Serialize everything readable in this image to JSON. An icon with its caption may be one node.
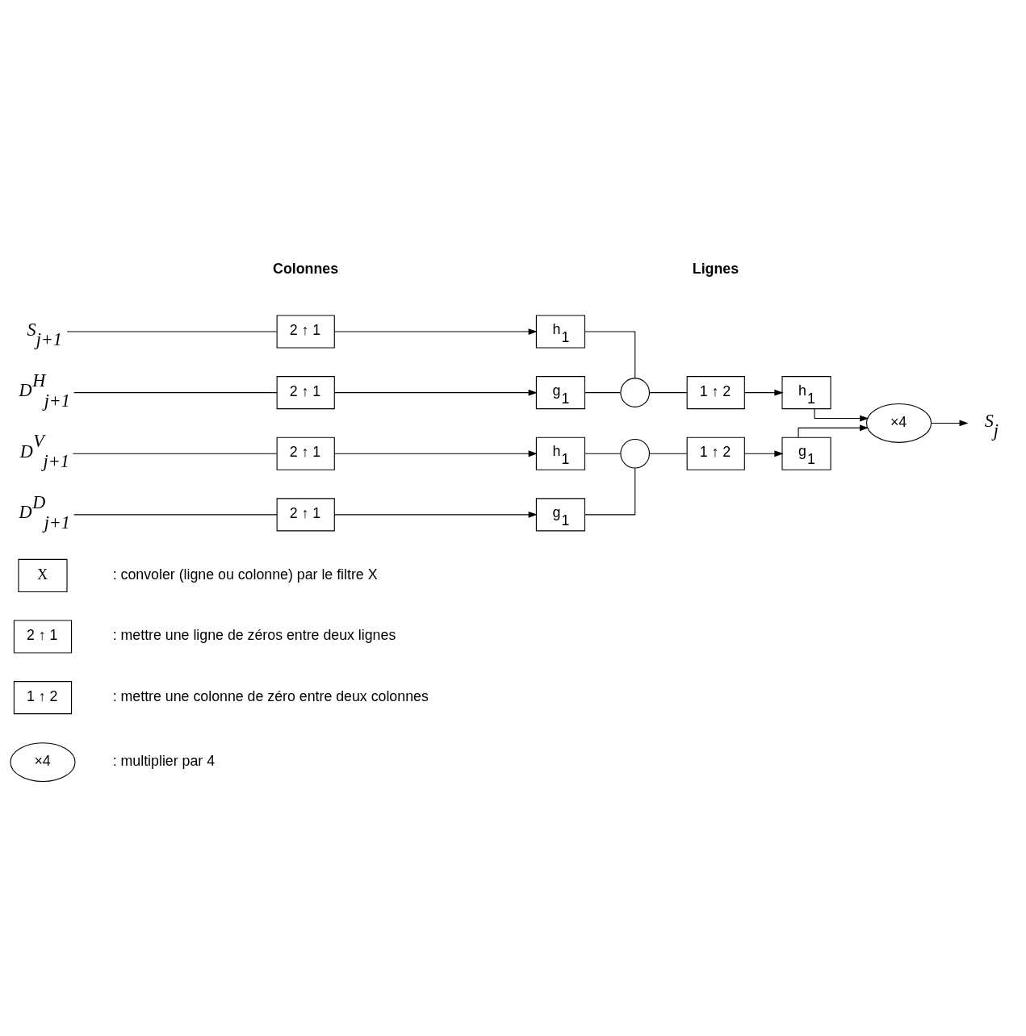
{
  "diagram": {
    "nodes": [
      {
        "text": [
          "S$_{j+1}$"
        ]
      },
      {
        "text": [
          "2 ↑ 1"
        ]
      },
      {
        "text": [
          "h$_{1}$"
        ]
      },
      {
        "text": [
          "D$^{H}$$_{j+1}$"
        ]
      },
      {
        "text": [
          "2 ↑ 1"
        ]
      },
      {
        "text": [
          "g$_{1}$"
        ]
      },
      {
        "text": [
          "D$^{V}$$_{j+1}$"
        ]
      },
      {
        "text": [
          "2 ↑ 1"
        ]
      },
      {
        "text": [
          "h$_{1}$"
        ]
      },
      {
        "text": [
          "D$^{D}$$_{j+1}$"
        ]
      },
      {
        "text": [
          "2 ↑ 1"
        ]
      },
      {
        "text": [
          "g$_{1}$"
        ]
      },
      {
        "text": [],
        "shape": "circle"
      },
      {
        "text": [],
        "shape": "circle"
      },
      {
        "text": [
          "1 ↑ 2"
        ]
      },
      {
        "text": [
          "h$_{1}$"
        ]
      },
      {
        "text": [
          "1 ↑ 2"
        ]
      },
      {
        "text": [
          "g$_{1}$"
        ]
      },
      {
        "text": [
          "×4"
        ]
      },
      {
        "text": [
          "S$_{j}$"
        ]
      },
      {
        "text": [
          "X"
        ],
        "beside": [
          ": convoler (ligne ou colonne) par le filtre X"
        ]
      },
      {
        "text": [
          "2 ↑ 1"
        ],
        "beside": [
          ": mettre une ligne de zéros entre deux lignes"
        ]
      },
      {
        "text": [
          "1 ↑ 2"
        ],
        "beside": [
          ": mettre une colonne de zéro entre deux colonnes"
        ]
      },
      {
        "text": [
          "×4"
        ],
        "beside": [
          ": multiplier par 4"
        ]
      }
    ],
    "edges": [
      {
        "from": 0,
        "to": 1,
        "arrow": "none"
      },
      {
        "from": 1,
        "to": 2,
        "arrow": "to"
      },
      {
        "from": 2,
        "to": 12,
        "arrow": "none"
      },
      {
        "from": 3,
        "to": 4,
        "arrow": "none"
      },
      {
        "from": 4,
        "to": 5,
        "arrow": "to"
      },
      {
        "from": 5,
        "to": 12,
        "arrow": "none"
      },
      {
        "from": 6,
        "to": 7,
        "arrow": "none"
      },
      {
        "from": 7,
        "to": 8,
        "arrow": "to"
      },
      {
        "from": 8,
        "to": 13,
        "arrow": "none"
      },
      {
        "from": 9,
        "to": 10,
        "arrow": "none"
      },
      {
        "from": 10,
        "to": 11,
        "arrow": "to"
      },
      {
        "from": 11,
        "to": 13,
        "arrow": "none"
      },
      {
        "from": 12,
        "to": 14,
        "arrow": "none"
      },
      {
        "from": 14,
        "to": 15,
        "arrow": "to"
      },
      {
        "from": 13,
        "to": 16,
        "arrow": "none"
      },
      {
        "from": 16,
        "to": 17,
        "arrow": "to"
      },
      {
        "from": 15,
        "to": 18,
        "arrow": "to"
      },
      {
        "from": 17,
        "to": 18,
        "arrow": "to"
      },
      {
        "from": 18,
        "to": 19,
        "arrow": "to"
      }
    ],
    "labels": [
      "Colonnes",
      "Lignes"
    ]
  }
}
